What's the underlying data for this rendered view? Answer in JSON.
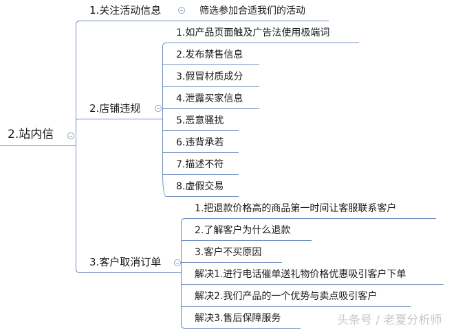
{
  "colors": {
    "line": "#6f8bbf",
    "text": "#1a1a1a",
    "watermark": "#c8c8c8"
  },
  "root": {
    "label": "2.站内信"
  },
  "branches": [
    {
      "label": "1.关注活动信息",
      "children": [
        {
          "label": "筛选参加合适我们的活动"
        }
      ]
    },
    {
      "label": "2.店铺违规",
      "children": [
        {
          "label": "1.如产品页面触及广告法使用极端词"
        },
        {
          "label": "2.发布禁售信息"
        },
        {
          "label": "3.假冒材质成分"
        },
        {
          "label": "4.泄露买家信息"
        },
        {
          "label": "5.恶意骚扰"
        },
        {
          "label": "6.违背承若"
        },
        {
          "label": "7.描述不符"
        },
        {
          "label": "8.虚假交易"
        }
      ]
    },
    {
      "label": "3.客户取消订单",
      "children": [
        {
          "label": "1.把退款价格高的商品第一时间让客服联系客户"
        },
        {
          "label": "2.了解客户为什么退款"
        },
        {
          "label": "3.客户不买原因"
        },
        {
          "label": "解决1.进行电话催单送礼物价格优惠吸引客户下单"
        },
        {
          "label": "解决2.我们产品的一个优势与卖点吸引客户"
        },
        {
          "label": "解决3.售后保障服务"
        }
      ]
    }
  ],
  "watermark": "头条号 / 老夏分析师"
}
